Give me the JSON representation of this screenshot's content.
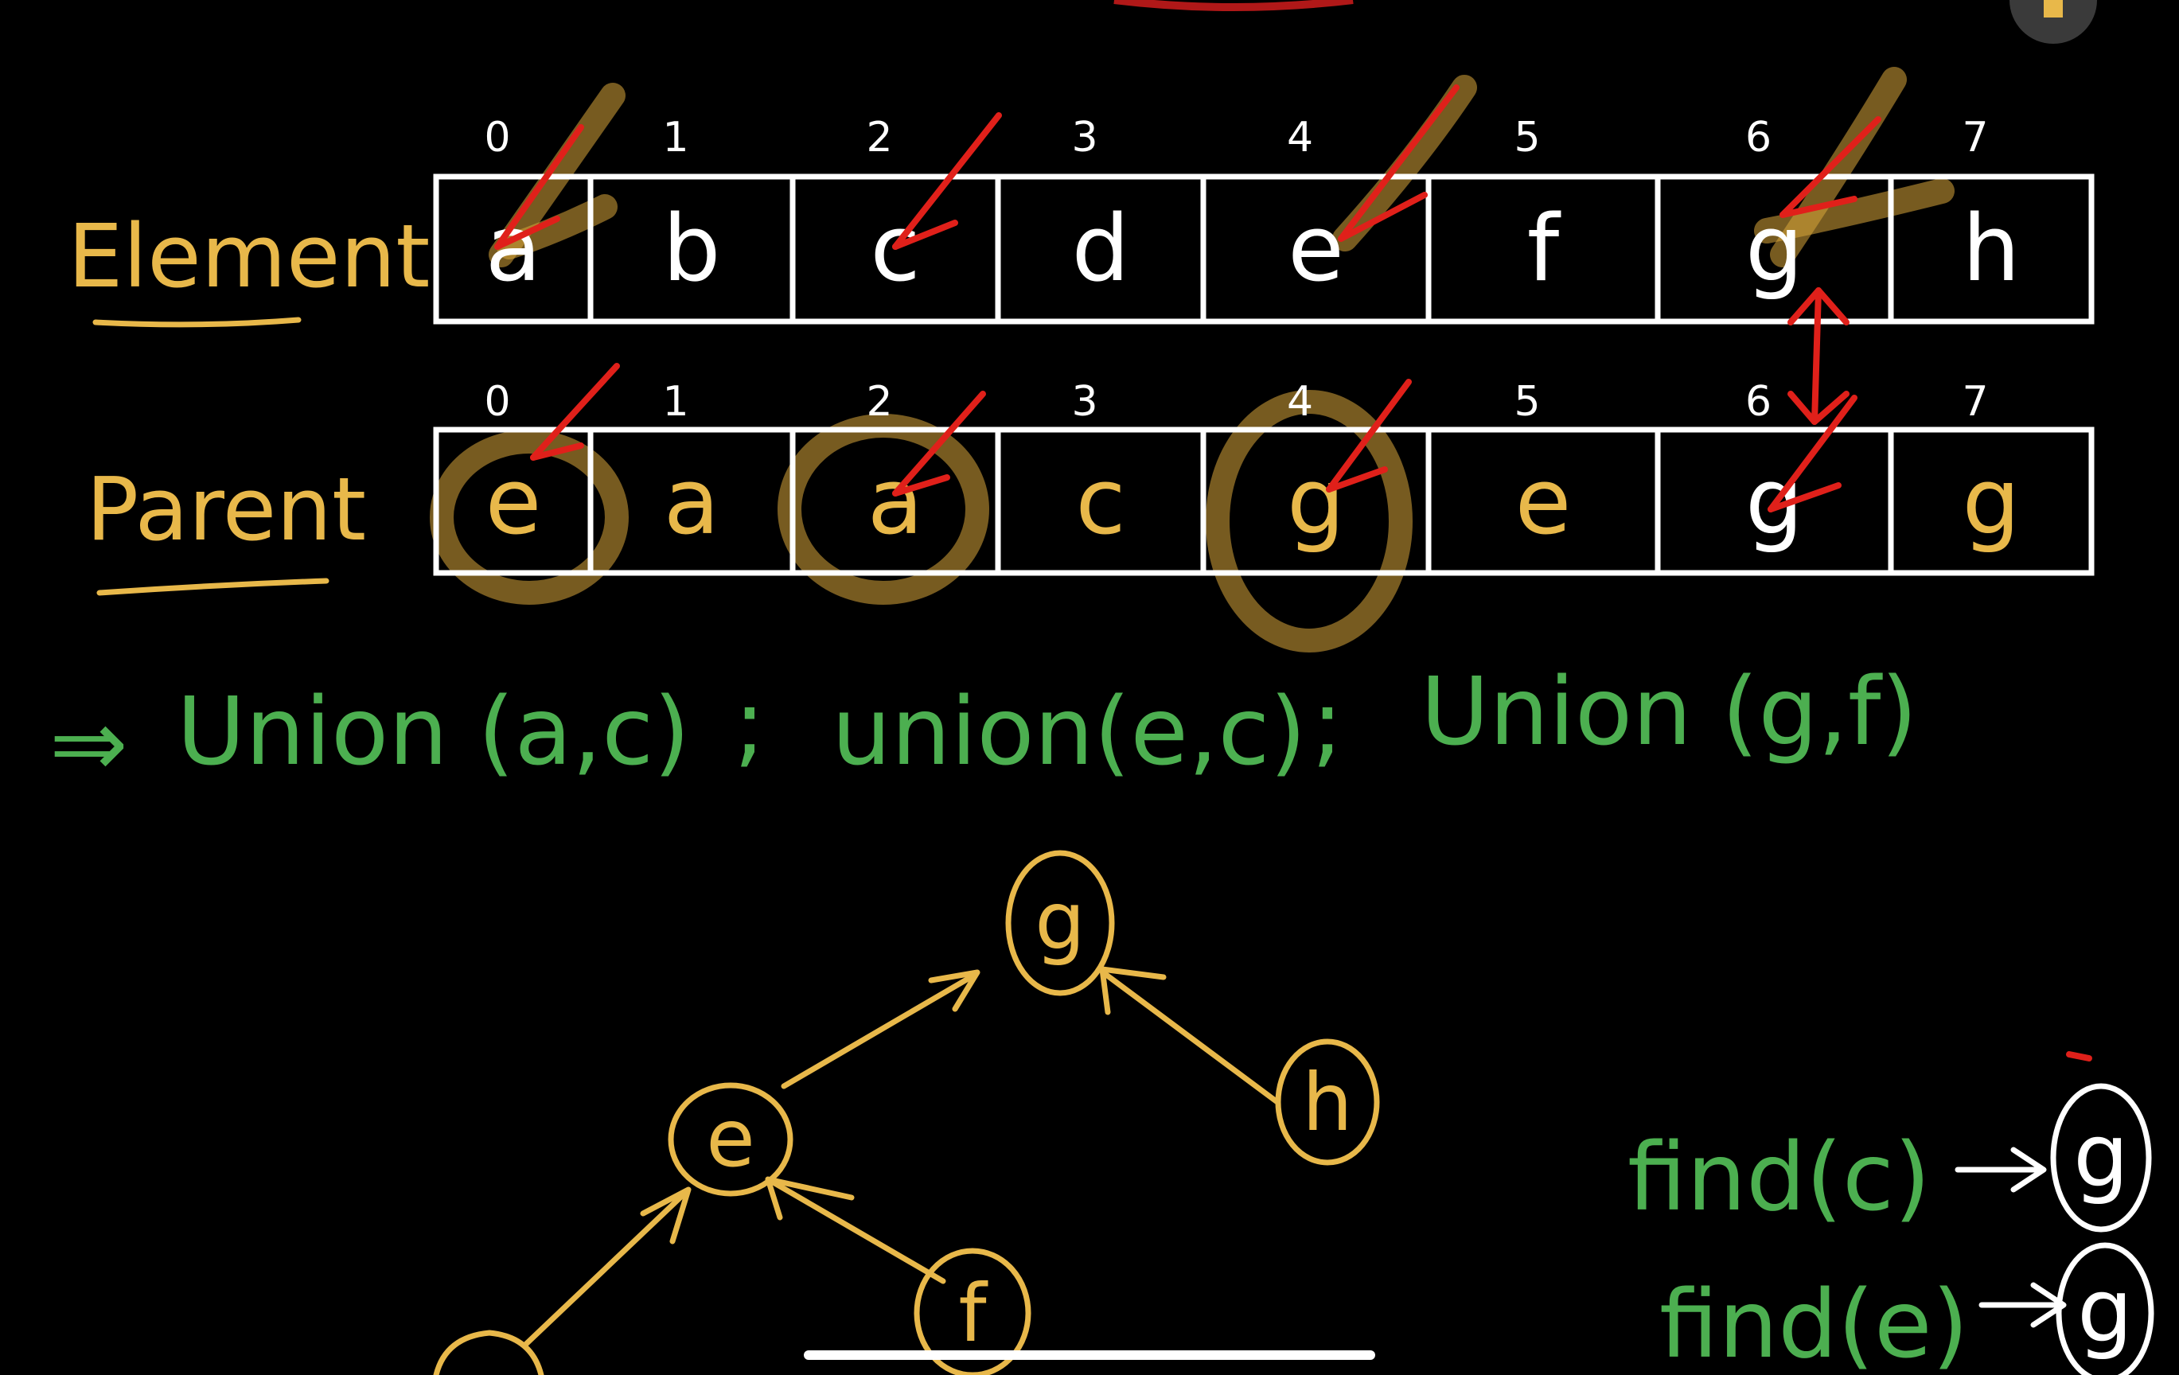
{
  "labels": {
    "element": "Element",
    "parent": "Parent"
  },
  "indices": [
    "0",
    "1",
    "2",
    "3",
    "4",
    "5",
    "6",
    "7"
  ],
  "elements": [
    "a",
    "b",
    "c",
    "d",
    "e",
    "f",
    "g",
    "h"
  ],
  "parents": [
    "e",
    "a",
    "a",
    "c",
    "g",
    "e",
    "g",
    "g"
  ],
  "operations": {
    "arrow": "⇒",
    "op1": "Union (a,c)",
    "sep1": ";",
    "op2": "union(e,c)",
    "sep2": ";",
    "op3": "Union (g,f)"
  },
  "tree": {
    "nodes": [
      "g",
      "e",
      "h",
      "f"
    ]
  },
  "finds": [
    {
      "call": "find(c)",
      "result": "g"
    },
    {
      "call": "find(e)",
      "result": "g"
    }
  ],
  "colors": {
    "background": "#000000",
    "yellow": "#E8B84A",
    "green": "#4CAF50",
    "red": "#E0201A",
    "white": "#FFFFFF"
  }
}
